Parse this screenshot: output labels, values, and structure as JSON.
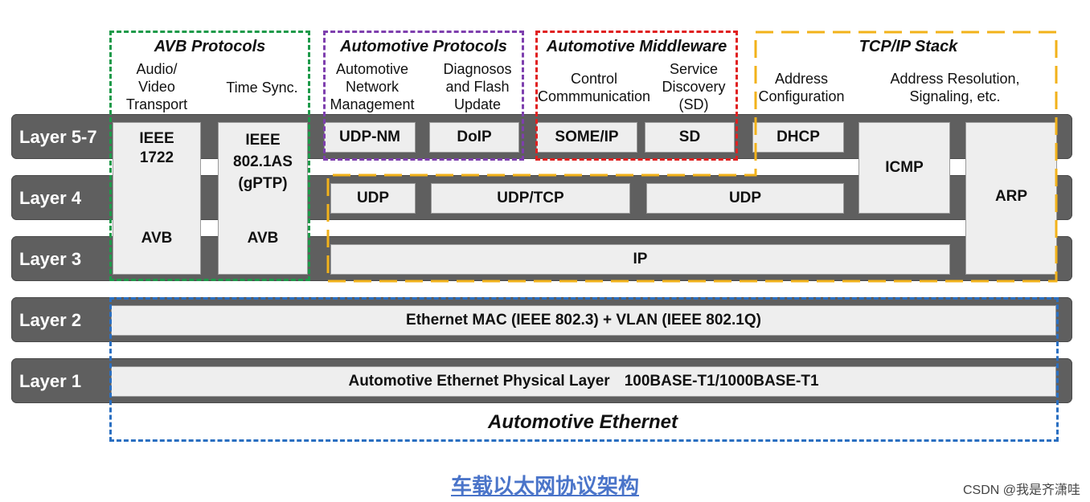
{
  "layers": [
    "Layer 5-7",
    "Layer 4",
    "Layer 3",
    "Layer 2",
    "Layer 1"
  ],
  "groups": {
    "avb": {
      "title": "AVB Protocols",
      "color": "#1e9a4a",
      "sub_left": "Audio/\nVideo\nTransport",
      "sub_right": "Time Sync.",
      "box_left_top": "IEEE\n1722",
      "box_left_bottom": "AVB",
      "box_right_top": "IEEE\n802.1AS\n(gPTP)",
      "box_right_bottom": "AVB"
    },
    "auto_protocols": {
      "title": "Automotive Protocols",
      "color": "#7e3fae",
      "sub_left": "Automotive\nNetwork\nManagement",
      "sub_right": "Diagnosos\nand Flash\nUpdate",
      "box_left": "UDP-NM",
      "box_right": "DoIP"
    },
    "middleware": {
      "title": "Automotive Middleware",
      "color": "#e02020",
      "sub_left": "Control\nCommmunication",
      "sub_right": "Service\nDiscovery\n(SD)",
      "box_left": "SOME/IP",
      "box_right": "SD"
    },
    "tcpip": {
      "title": "TCP/IP Stack",
      "color": "#f2b21a",
      "sub_left": "Address\nConfiguration",
      "sub_right": "Address Resolution,\nSignaling, etc.",
      "dhcp": "DHCP",
      "icmp": "ICMP",
      "arp": "ARP",
      "udp1": "UDP",
      "udptcp": "UDP/TCP",
      "udp2": "UDP",
      "ip": "IP"
    },
    "ethernet": {
      "title": "Automotive Ethernet",
      "color": "#2a6fc1",
      "mac": "Ethernet MAC (IEEE 802.3) + VLAN (IEEE 802.1Q)",
      "phy": "Automotive Ethernet Physical Layer",
      "phy_std": "100BASE-T1/1000BASE-T1"
    }
  },
  "footer": {
    "caption": "车载以太网协议架构",
    "credit": "CSDN @我是齐潇哇"
  }
}
